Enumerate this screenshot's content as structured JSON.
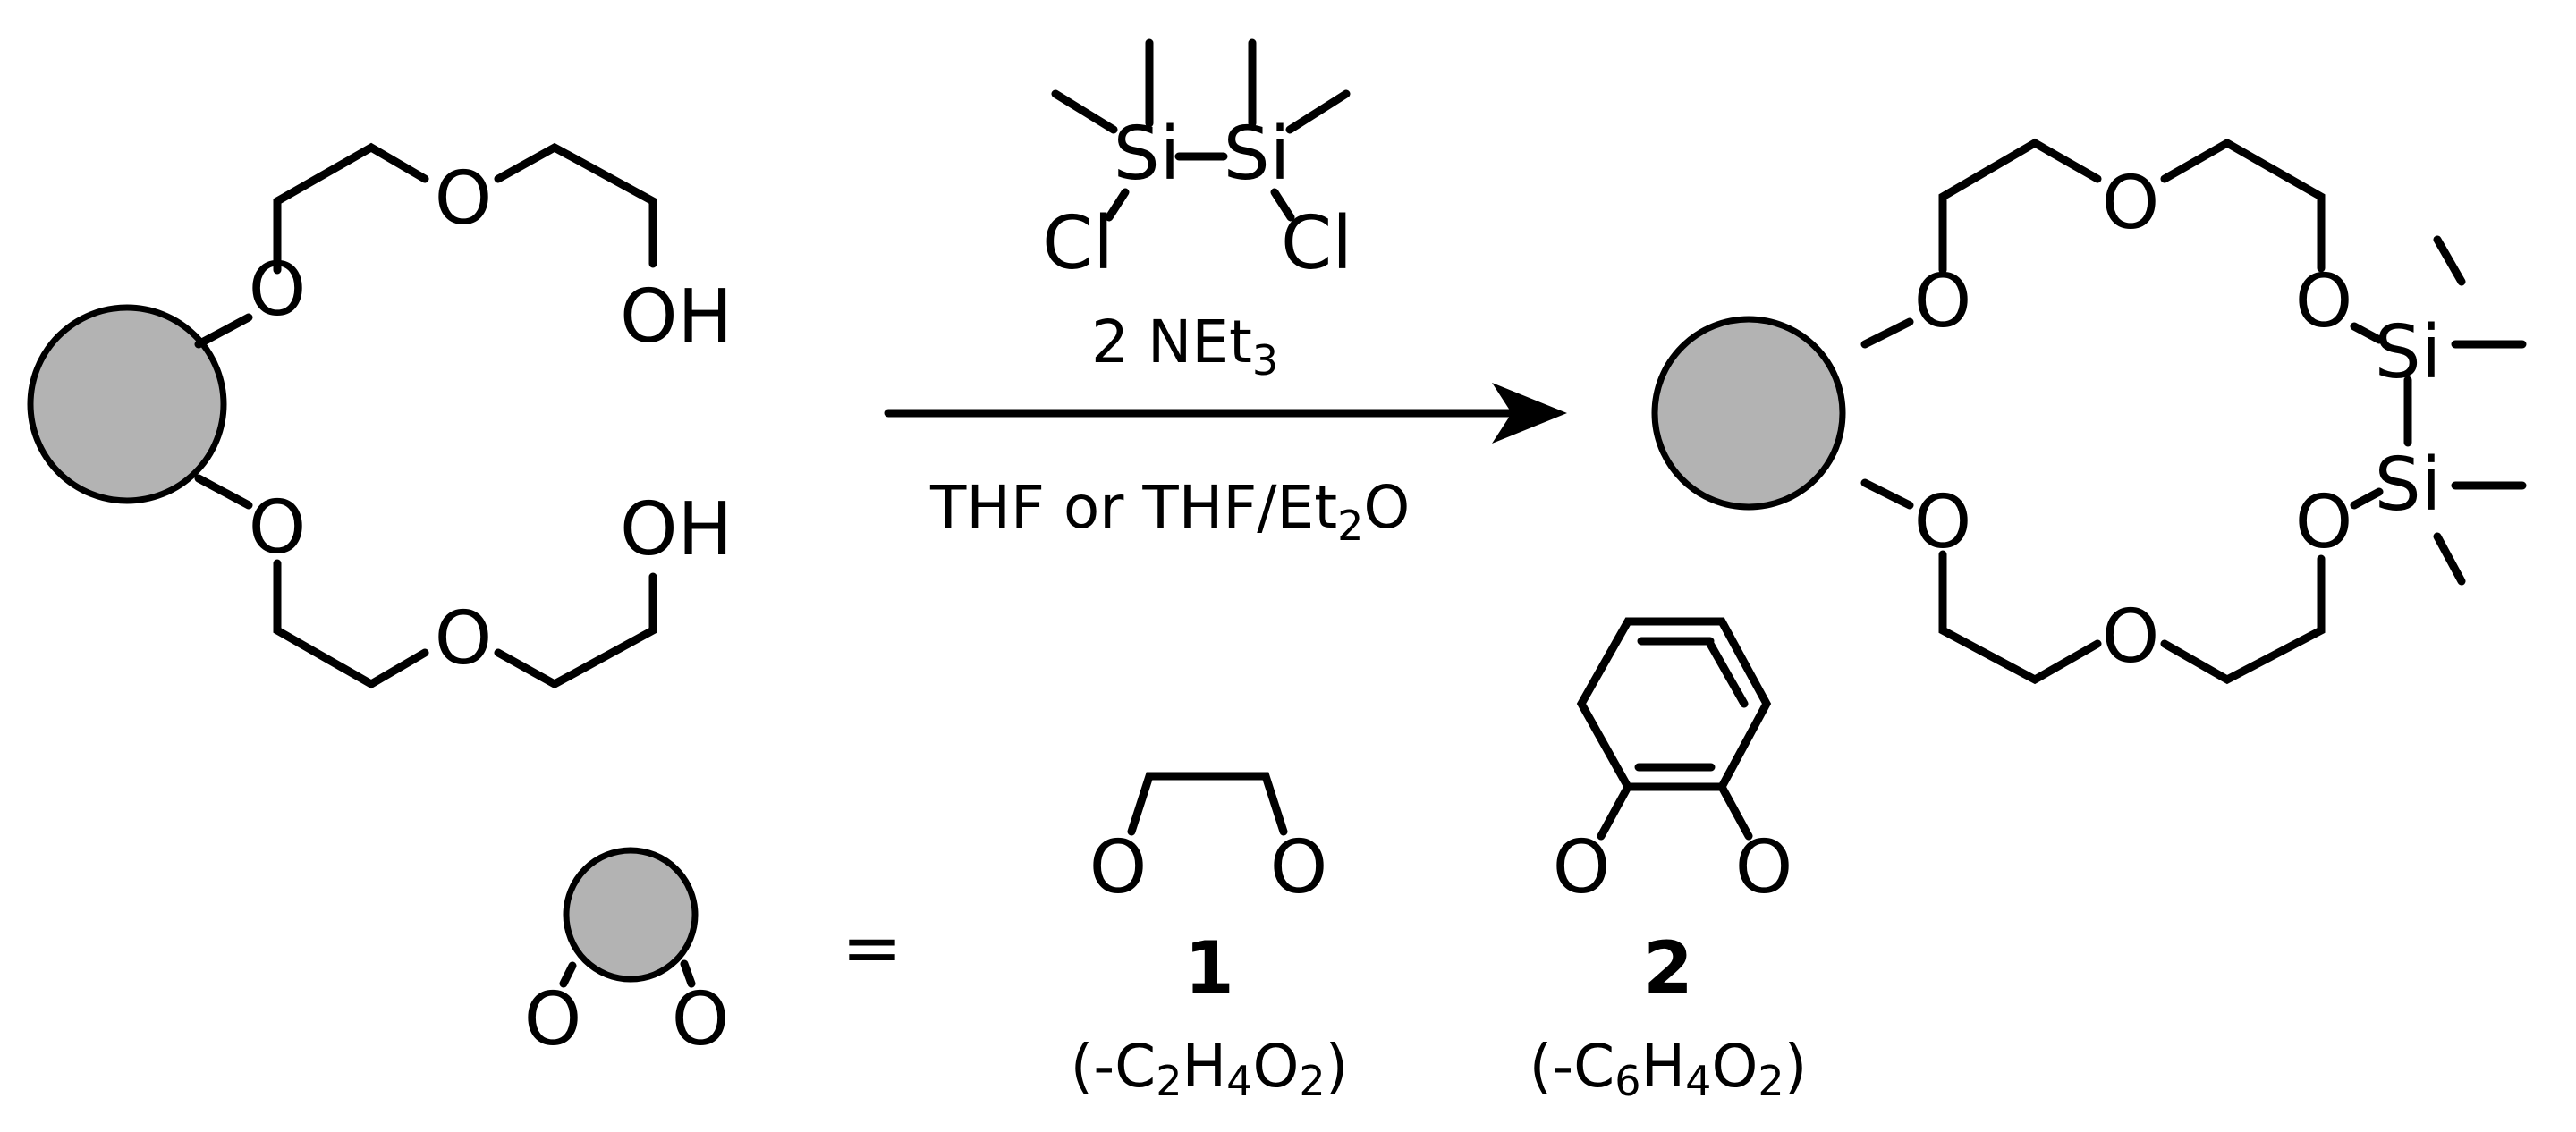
{
  "colors": {
    "substituent_fill": "#b3b3b3",
    "ink": "#000000",
    "background": "#ffffff"
  },
  "left": {
    "o1": "O",
    "o2": "O",
    "o3": "O",
    "o4": "O",
    "oh_top": "OH",
    "oh_bottom": "OH"
  },
  "reagent": {
    "si1": "Si",
    "si2": "Si",
    "cl1": "Cl",
    "cl2": "Cl",
    "base_coeff": "2 NEt",
    "base_sub": "3",
    "solvent_a": "THF or THF/Et",
    "solvent_sub": "2",
    "solvent_b": "O"
  },
  "product": {
    "o1": "O",
    "o2": "O",
    "o3": "O",
    "o4": "O",
    "o5": "O",
    "o6": "O",
    "si1": "Si",
    "si2": "Si"
  },
  "legend": {
    "o_left": "O",
    "o_right": "O",
    "equals": "=",
    "cpd1": {
      "o_left": "O",
      "o_right": "O",
      "number": "1",
      "formula": [
        "(-C",
        "2",
        "H",
        "4",
        "O",
        "2",
        ")"
      ]
    },
    "cpd2": {
      "o_left": "O",
      "o_right": "O",
      "number": "2",
      "formula": [
        "(-C",
        "6",
        "H",
        "4",
        "O",
        "2",
        ")"
      ]
    }
  }
}
